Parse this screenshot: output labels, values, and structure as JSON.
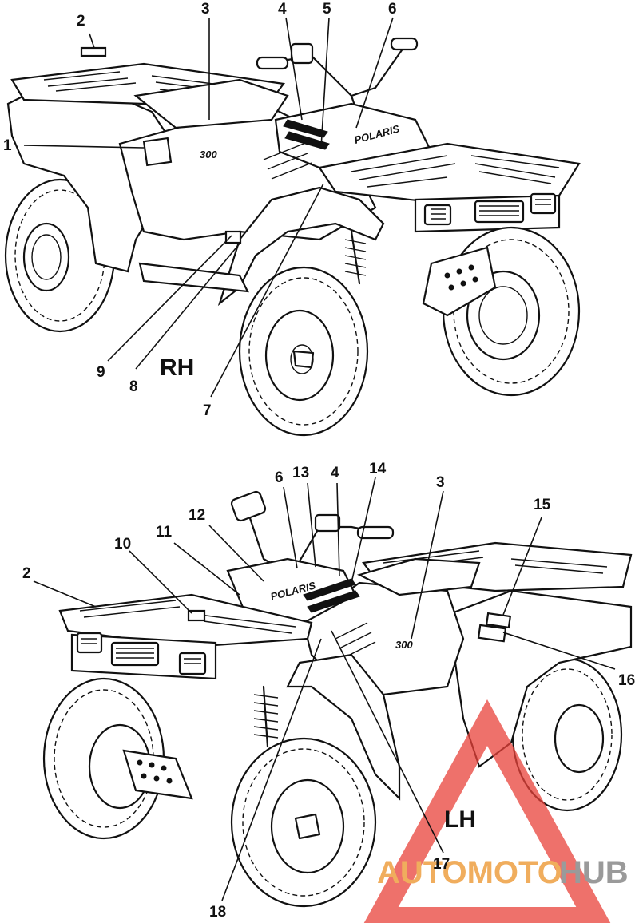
{
  "views": [
    {
      "side_label": "RH",
      "callouts": [
        "1",
        "2",
        "3",
        "4",
        "5",
        "6",
        "7",
        "8",
        "9"
      ],
      "model_text": "300",
      "brand_text": "POLARIS"
    },
    {
      "side_label": "LH",
      "callouts": [
        "2",
        "3",
        "4",
        "6",
        "10",
        "11",
        "12",
        "13",
        "14",
        "15",
        "16",
        "17",
        "18"
      ],
      "model_text": "300",
      "brand_text": "POLARIS"
    }
  ],
  "watermark": {
    "part1": "AUTOMOTO",
    "part2": "HUB",
    "colors": {
      "triangle": "#e8423a",
      "text_primary": "#f0ad5d",
      "text_secondary": "#9a9a9a"
    }
  }
}
